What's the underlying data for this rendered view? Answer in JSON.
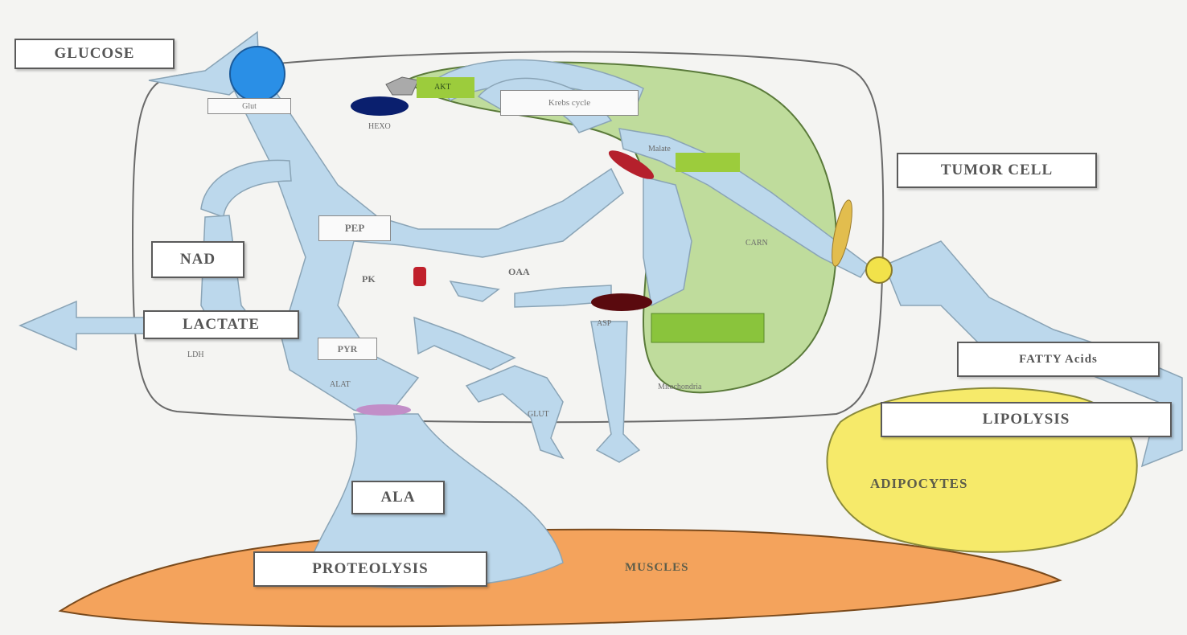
{
  "labels": {
    "glucose": "GLUCOSE",
    "glut": "Glut",
    "hexo": "HEXO",
    "akt": "AKT",
    "krebs_cycle": "Krebs cycle",
    "tumor_cell": "TUMOR CELL",
    "pep": "PEP",
    "nad": "NAD",
    "lactate": "LACTATE",
    "pyr": "PYR",
    "pk": "PK",
    "oaa": "OAA",
    "malate": "Malate",
    "asp": "ASP",
    "ldh": "LDH",
    "alat": "ALAT",
    "fatty_acids": "FATTY Acids",
    "lipolysis": "LIPOLYSIS",
    "adipocytes": "ADIPOCYTES",
    "ala": "ALA",
    "proteolysis": "PROTEOLYSIS",
    "muscles": "MUSCLES",
    "mitochondria": "Mitochondria",
    "carn": "CARN",
    "glut_bottom": "GLUT"
  },
  "colors": {
    "flow": "#bcd8ec",
    "flow_stroke": "#8aa4b6",
    "mitochondria": "#bfdc9c",
    "muscle": "#f4a35c",
    "adipocyte": "#f6ea6a",
    "glucose_transporter": "#2a8fe6",
    "hexokinase": "#0a1f6e",
    "malate_shuttle": "#b5202c",
    "asp_shuttle": "#5a0a0e",
    "carn_shuttle": "#e2bd4e",
    "fa_transporter": "#f2e24a",
    "alat_transporter": "#c28ec8"
  }
}
